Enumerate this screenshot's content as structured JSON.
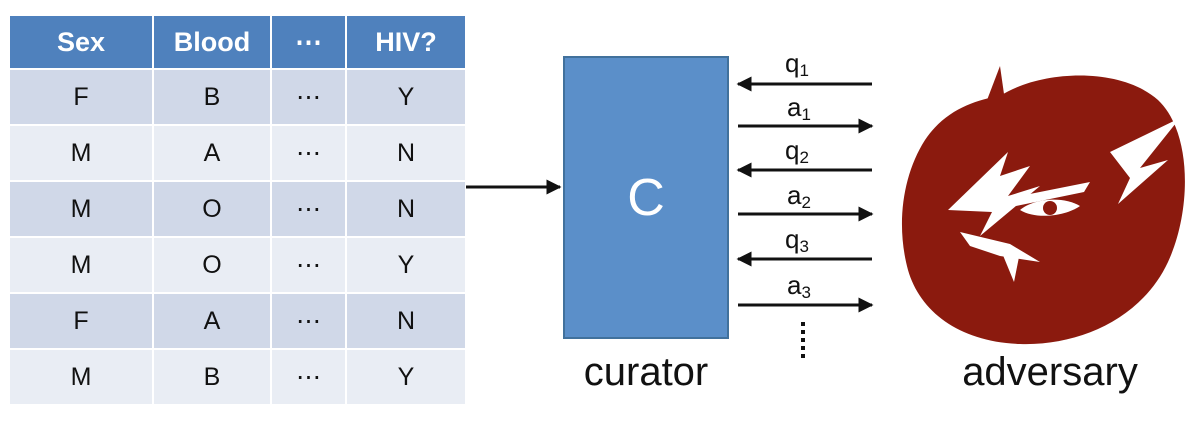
{
  "table": {
    "headers": [
      "Sex",
      "Blood",
      "⋯",
      "HIV?"
    ],
    "rows": [
      [
        "F",
        "B",
        "⋯",
        "Y"
      ],
      [
        "M",
        "A",
        "⋯",
        "N"
      ],
      [
        "M",
        "O",
        "⋯",
        "N"
      ],
      [
        "M",
        "O",
        "⋯",
        "Y"
      ],
      [
        "F",
        "A",
        "⋯",
        "N"
      ],
      [
        "M",
        "B",
        "⋯",
        "Y"
      ]
    ]
  },
  "curator": {
    "letter": "C",
    "label": "curator",
    "color": "#5b8fc9"
  },
  "messages": [
    {
      "base": "q",
      "sub": "1",
      "direction": "to-curator"
    },
    {
      "base": "a",
      "sub": "1",
      "direction": "to-adversary"
    },
    {
      "base": "q",
      "sub": "2",
      "direction": "to-curator"
    },
    {
      "base": "a",
      "sub": "2",
      "direction": "to-adversary"
    },
    {
      "base": "q",
      "sub": "3",
      "direction": "to-curator"
    },
    {
      "base": "a",
      "sub": "3",
      "direction": "to-adversary"
    }
  ],
  "adversary": {
    "label": "adversary",
    "icon": "devil-face-icon",
    "color": "#8b1a0e"
  },
  "header_color": "#4f81bd"
}
